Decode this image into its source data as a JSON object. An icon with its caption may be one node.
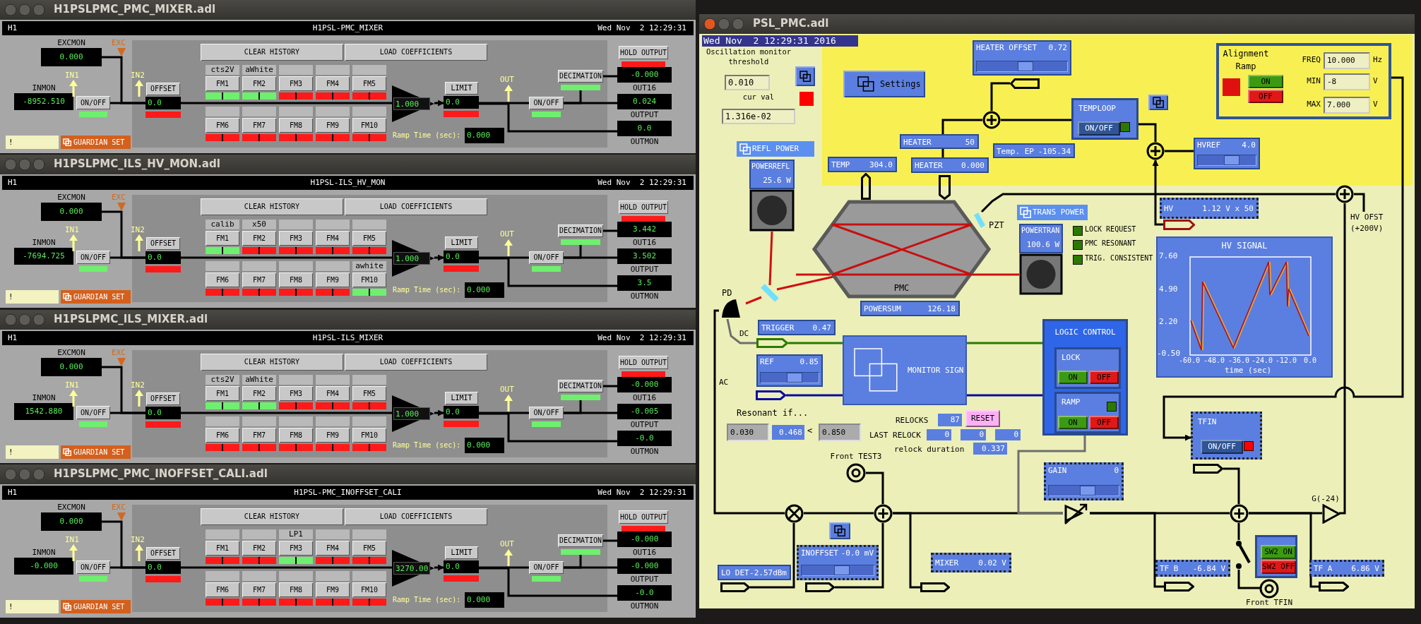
{
  "diagram": {
    "nodes": [
      {
        "text": [
          "H1PSLPMC_PMC_MIXER.adl"
        ]
      },
      {
        "text": [
          "H1",
          "H1PSL-PMC_MIXER",
          "Wed Nov  2 12:29:31"
        ],
        "in": 0
      },
      {
        "text": [
          "EXCMON",
          "0.000"
        ],
        "in": 0
      },
      {
        "text": [
          "INMON",
          "-8952.510"
        ],
        "in": 0
      },
      {
        "text": [
          "ON/OFF"
        ],
        "in": 0
      },
      {
        "text": [
          "!"
        ],
        "in": 0
      },
      {
        "text": [
          "GUARDIAN SET"
        ],
        "in": 0
      },
      {
        "text": [],
        "shape": "box",
        "in": 0
      },
      {
        "text": [
          "OFFSET"
        ],
        "in": 7
      },
      {
        "text": [
          "0.0"
        ],
        "in": 7
      },
      {
        "text": [
          "CLEAR HISTORY"
        ],
        "in": 7
      },
      {
        "text": [
          "LOAD COEFFICIENTS"
        ],
        "in": 7
      },
      {
        "text": [
          "cts2V",
          "FM1"
        ],
        "in": 7
      },
      {
        "text": [
          "aWhite",
          "FM2"
        ],
        "in": 7
      },
      {
        "text": [
          "FM3"
        ],
        "in": 7
      },
      {
        "text": [
          "FM4"
        ],
        "in": 7
      },
      {
        "text": [
          "FM5"
        ],
        "in": 7
      },
      {
        "text": [
          "FM6"
        ],
        "in": 7
      },
      {
        "text": [
          "FM7"
        ],
        "in": 7
      },
      {
        "text": [
          "FM8"
        ],
        "in": 7
      },
      {
        "text": [
          "FM9"
        ],
        "in": 7
      },
      {
        "text": [
          "FM10"
        ],
        "in": 7
      },
      {
        "text": [
          "1.000"
        ],
        "in": 7
      },
      {
        "text": [
          "LIMIT"
        ],
        "in": 7
      },
      {
        "text": [
          "0.0"
        ],
        "in": 7
      },
      {
        "text": [
          "0.000"
        ],
        "beside": [
          "Ramp Time (sec):"
        ],
        "in": 7
      },
      {
        "text": [
          "ON/OFF"
        ],
        "in": 7
      },
      {
        "text": [
          "DECIMATION"
        ],
        "in": 7
      },
      {
        "text": [
          "HOLD OUTPUT"
        ],
        "in": 0
      },
      {
        "text": [
          "-0.000"
        ],
        "beside": [
          "OUT16"
        ],
        "in": 0
      },
      {
        "text": [
          "0.024"
        ],
        "beside": [
          "OUTPUT"
        ],
        "in": 0
      },
      {
        "text": [
          "0.0"
        ],
        "beside": [
          "OUTMON"
        ],
        "in": 0
      },
      {
        "text": [
          "H1PSLPMC_ILS_HV_MON.adl"
        ]
      },
      {
        "text": [
          "H1",
          "H1PSL-ILS_HV_MON",
          "Wed Nov  2 12:29:31"
        ],
        "in": 32
      },
      {
        "text": [
          "EXCMON",
          "0.000"
        ],
        "in": 32
      },
      {
        "text": [
          "INMON",
          "-7694.725"
        ],
        "in": 32
      },
      {
        "text": [
          "ON/OFF"
        ],
        "in": 32
      },
      {
        "text": [
          "!"
        ],
        "in": 32
      },
      {
        "text": [
          "GUARDIAN SET"
        ],
        "in": 32
      },
      {
        "text": [],
        "shape": "box",
        "in": 32
      },
      {
        "text": [
          "OFFSET"
        ],
        "in": 39
      },
      {
        "text": [
          "0.0"
        ],
        "in": 39
      },
      {
        "text": [
          "CLEAR HISTORY"
        ],
        "in": 39
      },
      {
        "text": [
          "LOAD COEFFICIENTS"
        ],
        "in": 39
      },
      {
        "text": [
          "calib",
          "FM1"
        ],
        "in": 39
      },
      {
        "text": [
          "x50",
          "FM2"
        ],
        "in": 39
      },
      {
        "text": [
          "FM3"
        ],
        "in": 39
      },
      {
        "text": [
          "FM4"
        ],
        "in": 39
      },
      {
        "text": [
          "FM5"
        ],
        "in": 39
      },
      {
        "text": [
          "FM6"
        ],
        "in": 39
      },
      {
        "text": [
          "FM7"
        ],
        "in": 39
      },
      {
        "text": [
          "FM8"
        ],
        "in": 39
      },
      {
        "text": [
          "FM9"
        ],
        "in": 39
      },
      {
        "text": [
          "awhite",
          "FM10"
        ],
        "in": 39
      },
      {
        "text": [
          "1.000"
        ],
        "in": 39
      },
      {
        "text": [
          "LIMIT"
        ],
        "in": 39
      },
      {
        "text": [
          "0.0"
        ],
        "in": 39
      },
      {
        "text": [
          "0.000"
        ],
        "beside": [
          "Ramp Time (sec):"
        ],
        "in": 39
      },
      {
        "text": [
          "ON/OFF"
        ],
        "in": 39
      },
      {
        "text": [
          "DECIMATION"
        ],
        "in": 39
      },
      {
        "text": [
          "HOLD OUTPUT"
        ],
        "in": 32
      },
      {
        "text": [
          "3.442"
        ],
        "beside": [
          "OUT16"
        ],
        "in": 32
      },
      {
        "text": [
          "3.502"
        ],
        "beside": [
          "OUTPUT"
        ],
        "in": 32
      },
      {
        "text": [
          "3.5"
        ],
        "beside": [
          "OUTMON"
        ],
        "in": 32
      },
      {
        "text": [
          "H1PSLPMC_ILS_MIXER.adl"
        ]
      },
      {
        "text": [
          "H1",
          "H1PSL-ILS_MIXER",
          "Wed Nov  2 12:29:31"
        ],
        "in": 64
      },
      {
        "text": [
          "EXCMON",
          "0.000"
        ],
        "in": 64
      },
      {
        "text": [
          "INMON",
          "1542.880"
        ],
        "in": 64
      },
      {
        "text": [
          "ON/OFF"
        ],
        "in": 64
      },
      {
        "text": [
          "!"
        ],
        "in": 64
      },
      {
        "text": [
          "GUARDIAN SET"
        ],
        "in": 64
      },
      {
        "text": [],
        "shape": "box",
        "in": 64
      },
      {
        "text": [
          "OFFSET"
        ],
        "in": 71
      },
      {
        "text": [
          "0.0"
        ],
        "in": 71
      },
      {
        "text": [
          "CLEAR HISTORY"
        ],
        "in": 71
      },
      {
        "text": [
          "LOAD COEFFICIENTS"
        ],
        "in": 71
      },
      {
        "text": [
          "cts2V",
          "FM1"
        ],
        "in": 71
      },
      {
        "text": [
          "aWhite",
          "FM2"
        ],
        "in": 71
      },
      {
        "text": [
          "FM3"
        ],
        "in": 71
      },
      {
        "text": [
          "FM4"
        ],
        "in": 71
      },
      {
        "text": [
          "FM5"
        ],
        "in": 71
      },
      {
        "text": [
          "FM6"
        ],
        "in": 71
      },
      {
        "text": [
          "FM7"
        ],
        "in": 71
      },
      {
        "text": [
          "FM8"
        ],
        "in": 71
      },
      {
        "text": [
          "FM9"
        ],
        "in": 71
      },
      {
        "text": [
          "FM10"
        ],
        "in": 71
      },
      {
        "text": [
          "1.000"
        ],
        "in": 71
      },
      {
        "text": [
          "LIMIT"
        ],
        "in": 71
      },
      {
        "text": [
          "0.0"
        ],
        "in": 71
      },
      {
        "text": [
          "0.000"
        ],
        "beside": [
          "Ramp Time (sec):"
        ],
        "in": 71
      },
      {
        "text": [
          "ON/OFF"
        ],
        "in": 71
      },
      {
        "text": [
          "DECIMATION"
        ],
        "in": 71
      },
      {
        "text": [
          "HOLD OUTPUT"
        ],
        "in": 64
      },
      {
        "text": [
          "-0.000"
        ],
        "beside": [
          "OUT16"
        ],
        "in": 64
      },
      {
        "text": [
          "-0.005"
        ],
        "beside": [
          "OUTPUT"
        ],
        "in": 64
      },
      {
        "text": [
          "-0.0"
        ],
        "beside": [
          "OUTMON"
        ],
        "in": 64
      },
      {
        "text": [
          "H1PSLPMC_PMC_INOFFSET_CALI.adl"
        ]
      },
      {
        "text": [
          "H1",
          "H1PSL-PMC_INOFFSET_CALI",
          "Wed Nov  2 12:29:31"
        ],
        "in": 96
      },
      {
        "text": [
          "EXCMON",
          "0.000"
        ],
        "in": 96
      },
      {
        "text": [
          "INMON",
          "-0.000"
        ],
        "in": 96
      },
      {
        "text": [
          "ON/OFF"
        ],
        "in": 96
      },
      {
        "text": [
          "!"
        ],
        "in": 96
      },
      {
        "text": [
          "GUARDIAN SET"
        ],
        "in": 96
      },
      {
        "text": [],
        "shape": "box",
        "in": 96
      },
      {
        "text": [
          "OFFSET"
        ],
        "in": 103
      },
      {
        "text": [
          "0.0"
        ],
        "in": 103
      },
      {
        "text": [
          "CLEAR HISTORY"
        ],
        "in": 103
      },
      {
        "text": [
          "LOAD COEFFICIENTS"
        ],
        "in": 103
      },
      {
        "text": [
          "FM1"
        ],
        "in": 103
      },
      {
        "text": [
          "FM2"
        ],
        "in": 103
      },
      {
        "text": [
          "LP1",
          "FM3"
        ],
        "in": 103
      },
      {
        "text": [
          "FM4"
        ],
        "in": 103
      },
      {
        "text": [
          "FM5"
        ],
        "in": 103
      },
      {
        "text": [
          "FM6"
        ],
        "in": 103
      },
      {
        "text": [
          "FM7"
        ],
        "in": 103
      },
      {
        "text": [
          "FM8"
        ],
        "in": 103
      },
      {
        "text": [
          "FM9"
        ],
        "in": 103
      },
      {
        "text": [
          "FM10"
        ],
        "in": 103
      },
      {
        "text": [
          "3270.00"
        ],
        "in": 103
      },
      {
        "text": [
          "LIMIT"
        ],
        "in": 103
      },
      {
        "text": [
          "0.0"
        ],
        "in": 103
      },
      {
        "text": [
          "0.000"
        ],
        "beside": [
          "Ramp Time (sec):"
        ],
        "in": 103
      },
      {
        "text": [
          "ON/OFF"
        ],
        "in": 103
      },
      {
        "text": [
          "DECIMATION"
        ],
        "in": 103
      },
      {
        "text": [
          "HOLD OUTPUT"
        ],
        "in": 96
      },
      {
        "text": [
          "-0.000"
        ],
        "beside": [
          "OUT16"
        ],
        "in": 96
      },
      {
        "text": [
          "-0.000"
        ],
        "beside": [
          "OUTPUT"
        ],
        "in": 96
      },
      {
        "text": [
          "-0.0"
        ],
        "beside": [
          "OUTMON"
        ],
        "in": 96
      },
      {
        "text": [
          "PSL_PMC.adl"
        ]
      },
      {
        "text": [
          "Wed Nov  2 12:29:31 2016"
        ],
        "in": 128
      },
      {
        "text": [
          "Oscillation monitor threshold",
          "0.010"
        ],
        "in": 128
      },
      {
        "text": [],
        "shape": "box",
        "in": 128
      },
      {
        "text": [
          "cur val",
          "1.316e-02"
        ],
        "in": 128
      },
      {
        "text": [
          "Settings"
        ],
        "in": 128
      },
      {
        "text": [
          "HEATER OFFSET",
          "0.72"
        ],
        "in": 128
      },
      {
        "text": [],
        "shape": "tag",
        "in": 128
      },
      {
        "text": [],
        "shape": "circle",
        "in": 128
      },
      {
        "text": [
          "HEATER",
          "50"
        ],
        "in": 128
      },
      {
        "text": [
          "HEATER",
          "0.000"
        ],
        "in": 128
      },
      {
        "text": [
          "TEMP",
          "304.0"
        ],
        "in": 128
      },
      {
        "text": [
          "Temp. EP",
          "-105.34"
        ],
        "in": 128
      },
      {
        "text": [
          "TEMPLOOP"
        ],
        "in": 128
      },
      {
        "text": [
          "ON/OFF"
        ],
        "in": 141
      },
      {
        "text": [],
        "shape": "box",
        "in": 128
      },
      {
        "text": [],
        "shape": "circle",
        "in": 128
      },
      {
        "text": [
          "HVREF",
          "4.0"
        ],
        "in": 128
      },
      {
        "text": [
          "Alignment Ramp"
        ],
        "in": 128
      },
      {
        "text": [
          "ON"
        ],
        "in": 146
      },
      {
        "text": [
          "OFF"
        ],
        "in": 146
      },
      {
        "text": [
          "10.000"
        ],
        "beside": [
          "FREQ",
          "Hz"
        ],
        "in": 146
      },
      {
        "text": [
          "-8"
        ],
        "beside": [
          "MIN",
          "V"
        ],
        "in": 146
      },
      {
        "text": [
          "7.000"
        ],
        "beside": [
          "MAX",
          "V"
        ],
        "in": 146
      },
      {
        "text": [
          "REFL POWER"
        ],
        "in": 128
      },
      {
        "text": [
          "POWERREFL",
          "25.6 W"
        ],
        "in": 128
      },
      {
        "text": [],
        "shape": "tag",
        "in": 128
      },
      {
        "text": [],
        "shape": "tag",
        "in": 128
      },
      {
        "text": [
          "PMC"
        ],
        "in": 128
      },
      {
        "text": [
          "PZT"
        ],
        "in": 128
      },
      {
        "text": [
          "TRANS POWER"
        ],
        "in": 128
      },
      {
        "text": [
          "POWERTRAN",
          "100.6 W"
        ],
        "in": 128
      },
      {
        "text": [],
        "shape": "circle",
        "in": 128
      },
      {
        "text": [
          "HV",
          "1.12 V x 50"
        ],
        "in": 128
      },
      {
        "text": [],
        "shape": "tag",
        "in": 128
      },
      {
        "text": [
          "HV SIGNAL"
        ],
        "in": 128
      },
      {
        "text": [
          "POWERSUM",
          "126.18"
        ],
        "in": 128
      },
      {
        "text": [],
        "shape": "bar",
        "in": 128
      },
      {
        "text": [
          "PD"
        ],
        "in": 128
      },
      {
        "text": [
          "TRIGGER",
          "0.47"
        ],
        "in": 128
      },
      {
        "text": [],
        "shape": "tag",
        "in": 128
      },
      {
        "text": [
          "REF",
          "0.85"
        ],
        "in": 128
      },
      {
        "text": [],
        "shape": "tag",
        "in": 128
      },
      {
        "text": [
          "MONITOR SIGN"
        ],
        "in": 128
      },
      {
        "text": [
          "LOGIC CONTROL"
        ],
        "in": 128
      },
      {
        "text": [
          "LOCK"
        ],
        "in": 172
      },
      {
        "text": [
          "ON"
        ],
        "in": 173
      },
      {
        "text": [
          "OFF"
        ],
        "in": 173
      },
      {
        "text": [
          "RAMP"
        ],
        "in": 172
      },
      {
        "text": [
          "ON"
        ],
        "in": 176
      },
      {
        "text": [
          "OFF"
        ],
        "in": 176
      },
      {
        "text": [
          "0.030"
        ],
        "in": 128
      },
      {
        "text": [
          "0.468"
        ],
        "in": 128
      },
      {
        "text": [
          "0.850"
        ],
        "in": 128
      },
      {
        "text": [
          "87"
        ],
        "beside": [
          "RELOCKS"
        ],
        "in": 128
      },
      {
        "text": [
          "RESET"
        ],
        "in": 128
      },
      {
        "text": [
          "0"
        ],
        "beside": [
          "LAST RELOCK"
        ],
        "in": 128
      },
      {
        "text": [
          "0"
        ],
        "in": 128
      },
      {
        "text": [
          "0"
        ],
        "in": 128
      },
      {
        "text": [
          "0.337"
        ],
        "beside": [
          "relock duration"
        ],
        "in": 128
      },
      {
        "text": [
          "Front TEST3"
        ],
        "in": 128
      },
      {
        "text": [],
        "shape": "box",
        "in": 128
      },
      {
        "text": [
          "INOFFSET",
          "-0.0 mV"
        ],
        "in": 128
      },
      {
        "text": [],
        "shape": "circle",
        "in": 128
      },
      {
        "text": [],
        "shape": "circle",
        "in": 128
      },
      {
        "text": [
          "LO DET",
          "-2.57dBm"
        ],
        "in": 128
      },
      {
        "text": [],
        "shape": "tag",
        "in": 128
      },
      {
        "text": [],
        "shape": "tag",
        "in": 128
      },
      {
        "text": [
          "MIXER",
          "0.02 V"
        ],
        "in": 128
      },
      {
        "text": [],
        "shape": "tag",
        "in": 128
      },
      {
        "text": [
          "GAIN",
          "0"
        ],
        "in": 128
      },
      {
        "text": [],
        "shape": "triangle",
        "in": 128
      },
      {
        "text": [
          "TFIN"
        ],
        "in": 128
      },
      {
        "text": [
          "ON/OFF"
        ],
        "in": 200
      },
      {
        "text": [],
        "shape": "tag",
        "in": 128
      },
      {
        "text": [],
        "shape": "circle",
        "in": 128
      },
      {
        "text": [],
        "shape": "switch",
        "in": 128
      },
      {
        "text": [],
        "shape": "box",
        "in": 128
      },
      {
        "text": [
          "SW2 ON"
        ],
        "in": 205
      },
      {
        "text": [
          "SW2 OFF"
        ],
        "in": 205
      },
      {
        "text": [
          "Front TFIN"
        ],
        "in": 128
      },
      {
        "text": [
          "TF B",
          "-6.84 V"
        ],
        "in": 128
      },
      {
        "text": [],
        "shape": "tag",
        "in": 128
      },
      {
        "text": [
          "TF A",
          "6.86 V"
        ],
        "in": 128
      },
      {
        "text": [],
        "shape": "tag",
        "in": 128
      },
      {
        "text": [
          "G(-24)"
        ],
        "in": 128
      },
      {
        "text": [
          "HV OFST (+200V)"
        ],
        "in": 128
      }
    ],
    "edges": [
      {
        "from": 4,
        "to": 9,
        "arrow": "none"
      },
      {
        "from": 2,
        "to": 9,
        "arrow": "none"
      },
      {
        "from": 9,
        "to": 22,
        "arrow": "none"
      },
      {
        "from": 22,
        "to": 24,
        "arrow": "to"
      },
      {
        "from": 24,
        "to": 26,
        "arrow": "none"
      },
      {
        "from": 26,
        "to": 30,
        "arrow": "none"
      },
      {
        "from": 26,
        "to": 27,
        "arrow": "none"
      },
      {
        "from": 27,
        "to": 29,
        "arrow": "none"
      },
      {
        "from": 24,
        "to": 31,
        "arrow": "none"
      },
      {
        "from": 36,
        "to": 41,
        "arrow": "none"
      },
      {
        "from": 34,
        "to": 41,
        "arrow": "none"
      },
      {
        "from": 41,
        "to": 54,
        "arrow": "none"
      },
      {
        "from": 54,
        "to": 56,
        "arrow": "to"
      },
      {
        "from": 56,
        "to": 58,
        "arrow": "none"
      },
      {
        "from": 58,
        "to": 62,
        "arrow": "none"
      },
      {
        "from": 58,
        "to": 59,
        "arrow": "none"
      },
      {
        "from": 59,
        "to": 61,
        "arrow": "none"
      },
      {
        "from": 56,
        "to": 63,
        "arrow": "none"
      },
      {
        "from": 68,
        "to": 73,
        "arrow": "none"
      },
      {
        "from": 66,
        "to": 73,
        "arrow": "none"
      },
      {
        "from": 73,
        "to": 86,
        "arrow": "none"
      },
      {
        "from": 86,
        "to": 88,
        "arrow": "to"
      },
      {
        "from": 88,
        "to": 90,
        "arrow": "none"
      },
      {
        "from": 90,
        "to": 94,
        "arrow": "none"
      },
      {
        "from": 90,
        "to": 91,
        "arrow": "none"
      },
      {
        "from": 91,
        "to": 93,
        "arrow": "none"
      },
      {
        "from": 88,
        "to": 95,
        "arrow": "none"
      },
      {
        "from": 100,
        "to": 105,
        "arrow": "none"
      },
      {
        "from": 98,
        "to": 105,
        "arrow": "none"
      },
      {
        "from": 105,
        "to": 118,
        "arrow": "none"
      },
      {
        "from": 118,
        "to": 120,
        "arrow": "to"
      },
      {
        "from": 120,
        "to": 122,
        "arrow": "none"
      },
      {
        "from": 122,
        "to": 126,
        "arrow": "none"
      },
      {
        "from": 122,
        "to": 123,
        "arrow": "none"
      },
      {
        "from": 123,
        "to": 125,
        "arrow": "none"
      },
      {
        "from": 120,
        "to": 127,
        "arrow": "none"
      },
      {
        "from": 135,
        "to": 136,
        "arrow": "none"
      },
      {
        "from": 137,
        "to": 136,
        "arrow": "none"
      },
      {
        "from": 137,
        "to": 138,
        "arrow": "none"
      },
      {
        "from": 136,
        "to": 141,
        "arrow": "none"
      },
      {
        "from": 141,
        "to": 144,
        "arrow": "none"
      },
      {
        "from": 145,
        "to": 144,
        "arrow": "none"
      },
      {
        "from": 162,
        "to": 144,
        "arrow": "to"
      },
      {
        "from": 157,
        "to": 160,
        "arrow": "none"
      },
      {
        "from": 213,
        "to": 160,
        "arrow": "none"
      },
      {
        "from": 146,
        "to": 200,
        "arrow": "to"
      },
      {
        "from": 165,
        "to": 153,
        "arrow": "none",
        "color": "#d01010"
      },
      {
        "from": 165,
        "to": 166,
        "arrow": "none",
        "color": "#d01010"
      },
      {
        "from": null,
        "to": 156,
        "arrow": "none",
        "color": "#d01010"
      },
      {
        "from": 165,
        "to": 156,
        "arrow": "none",
        "color": "#d01010"
      },
      {
        "from": 156,
        "to": 159,
        "arrow": "none",
        "color": "#d01010"
      },
      {
        "from": 166,
        "to": 168,
        "arrow": "none",
        "label": "DC",
        "color": "#6e6e6e"
      },
      {
        "from": 166,
        "to": 191,
        "arrow": "none",
        "label": "AC"
      },
      {
        "from": 168,
        "to": 171,
        "arrow": "none",
        "color": "#2a7a00"
      },
      {
        "from": 170,
        "to": 171,
        "arrow": "none",
        "color": "#0a0aa0"
      },
      {
        "from": 171,
        "to": 172,
        "arrow": "none",
        "color": "#2a7a00"
      },
      {
        "from": 171,
        "to": 172,
        "arrow": "none",
        "color": "#0a0aa0"
      },
      {
        "from": 194,
        "to": 191,
        "arrow": "none"
      },
      {
        "from": 191,
        "to": 192,
        "arrow": "none"
      },
      {
        "from": 188,
        "to": 192,
        "arrow": "none"
      },
      {
        "from": 195,
        "to": 192,
        "arrow": "none"
      },
      {
        "from": 192,
        "to": 197,
        "arrow": "none"
      },
      {
        "from": 192,
        "to": 199,
        "arrow": "none"
      },
      {
        "from": 172,
        "to": 199,
        "arrow": "none",
        "color": "#6e6e6e"
      },
      {
        "from": 199,
        "to": 203,
        "arrow": "none"
      },
      {
        "from": 199,
        "to": 210,
        "arrow": "none"
      },
      {
        "from": 202,
        "to": 203,
        "arrow": "none"
      },
      {
        "from": 204,
        "to": 203,
        "arrow": "none"
      },
      {
        "from": 208,
        "to": 204,
        "arrow": "none"
      },
      {
        "from": 203,
        "to": 213,
        "arrow": "none"
      },
      {
        "from": 203,
        "to": 212,
        "arrow": "none"
      },
      {
        "from": 214,
        "to": 160,
        "arrow": "none"
      }
    ],
    "labels": [
      "EXC",
      "IN1",
      "IN2",
      "OUT",
      "EXC",
      "IN1",
      "IN2",
      "OUT",
      "EXC",
      "IN1",
      "IN2",
      "OUT",
      "EXC",
      "IN1",
      "IN2",
      "OUT",
      "LOCK REQUEST",
      "PMC RESONANT",
      "TRIG. CONSISTENT",
      "7.60",
      "4.90",
      "2.20",
      "-0.50",
      "-60.0",
      "-48.0",
      "-36.0",
      "-24.0",
      "-12.0",
      "0.0",
      "time (sec)",
      "Resonant if...",
      "<"
    ]
  }
}
